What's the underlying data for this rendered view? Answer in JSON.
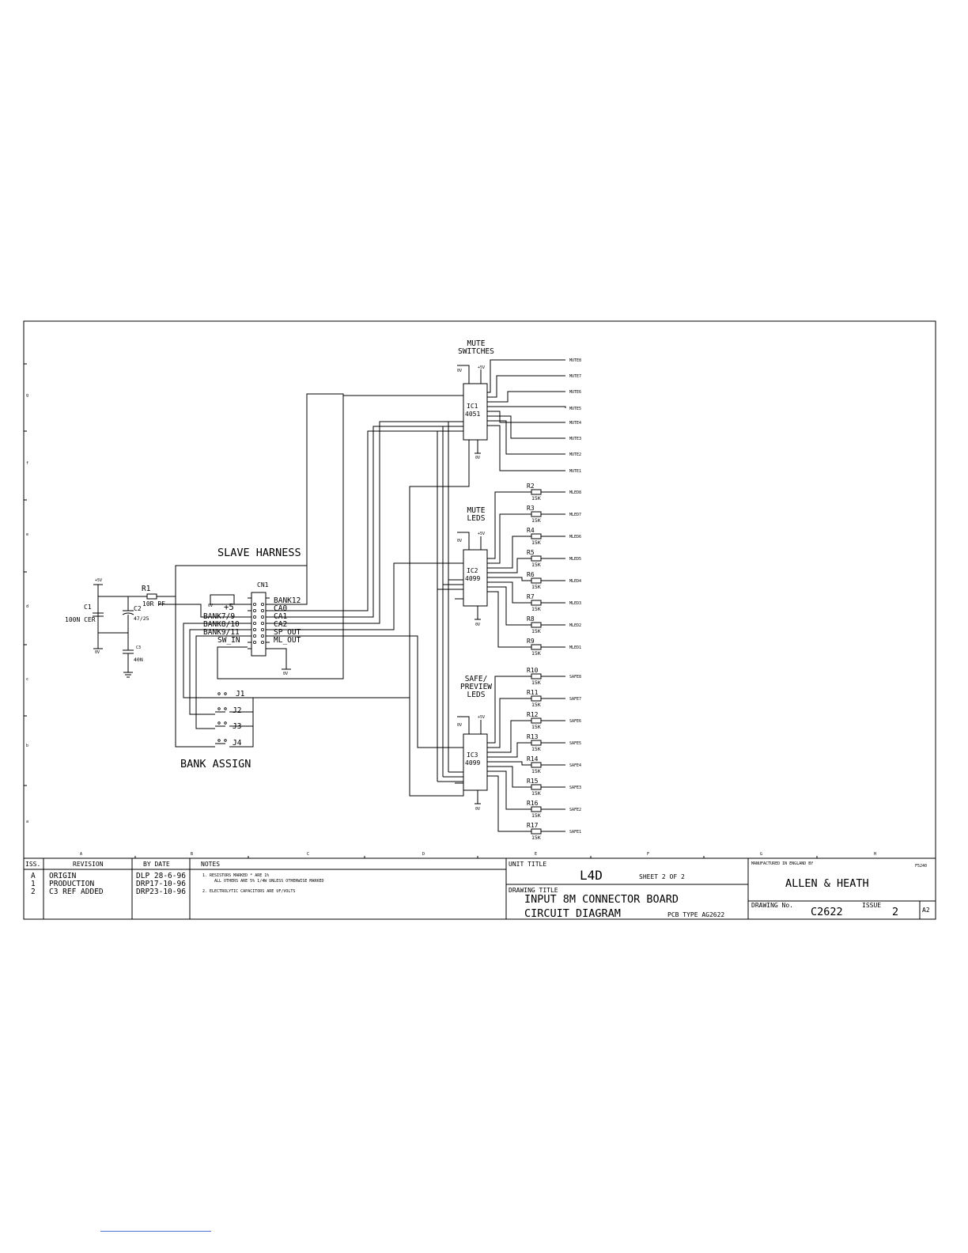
{
  "blocks": {
    "mute_switches": "MUTE\nSWITCHES",
    "mute_leds": "MUTE\nLEDS",
    "safe_leds": "SAFE/\nPREVIEW\nLEDS",
    "slave_harness": "SLAVE HARNESS",
    "bank_assign": "BANK ASSIGN"
  },
  "chips": [
    {
      "ref": "IC1",
      "part": "4051"
    },
    {
      "ref": "IC2",
      "part": "4099"
    },
    {
      "ref": "IC3",
      "part": "4099"
    }
  ],
  "connector": {
    "ref": "CN1",
    "left_signals": [
      "+5",
      "BANK7/9",
      "BANK8/10",
      "BANK9/11",
      "SW_IN"
    ],
    "right_signals": [
      "BANK12",
      "CA0",
      "CA1",
      "CA2",
      "SP_OUT",
      "ML_OUT"
    ],
    "gnd": "0V"
  },
  "power": {
    "c1": "C1",
    "c1_val": "100N CER",
    "c2": "C2",
    "c2_val": "47/25",
    "c3": "C3",
    "c3_val": "40N",
    "r1": "R1",
    "r1_val": "10R PF",
    "supply": "+5V",
    "gnd": "0V"
  },
  "jumpers": [
    "J1",
    "J2",
    "J3",
    "J4"
  ],
  "outputs": {
    "mute": [
      "MUTE8",
      "MUTE7",
      "MUTE6",
      "MUTE5",
      "MUTE4",
      "MUTE3",
      "MUTE2",
      "MUTE1"
    ],
    "mled": [
      "MLED8",
      "MLED7",
      "MLED6",
      "MLED5",
      "MLED4",
      "MLED3",
      "MLED2",
      "MLED1"
    ],
    "safe": [
      "SAFE8",
      "SAFE7",
      "SAFE6",
      "SAFE5",
      "SAFE4",
      "SAFE3",
      "SAFE2",
      "SAFE1"
    ]
  },
  "resistors": {
    "refs": [
      "R2",
      "R3",
      "R4",
      "R5",
      "R6",
      "R7",
      "R8",
      "R9",
      "R10",
      "R11",
      "R12",
      "R13",
      "R14",
      "R15",
      "R16",
      "R17"
    ],
    "value": "15K"
  },
  "grid": {
    "cols": [
      "A",
      "B",
      "C",
      "D",
      "E",
      "F",
      "G",
      "H"
    ],
    "rows": [
      "g",
      "f",
      "e",
      "d",
      "c",
      "b",
      "a"
    ]
  },
  "title_block": {
    "iss_header": "ISS.",
    "revision_header": "REVISION",
    "by_date_header": "BY  DATE",
    "notes_header": "NOTES",
    "revisions": [
      {
        "iss": "A",
        "revision": "ORIGIN",
        "by_date": "DLP 28-6-96"
      },
      {
        "iss": "1",
        "revision": "PRODUCTION",
        "by_date": "DRP17-10-96"
      },
      {
        "iss": "2",
        "revision": "C3 REF ADDED",
        "by_date": "DRP23-10-96"
      }
    ],
    "notes": [
      "1. RESISTORS MARKED * ARE 1%",
      "ALL OTHERS ARE 5% 1/4W UNLESS OTHERWISE MARKED",
      "2. ELECTROLYTIC CAPACITORS ARE UF/VOLTS"
    ],
    "unit_title_label": "UNIT TITLE",
    "unit_title": "L4D",
    "sheet": "SHEET  2 OF 2",
    "drawing_title_label": "DRAWING TITLE",
    "drawing_title_1": "INPUT 8M CONNECTOR BOARD",
    "drawing_title_2": "CIRCUIT DIAGRAM",
    "pcb_type": "PCB TYPE AG2622",
    "manufacturer_note": "MANUFACTURED IN ENGLAND BY",
    "f_code": "F5240",
    "company": "ALLEN & HEATH",
    "drawing_no_label": "DRAWING No.",
    "drawing_no": "C2622",
    "issue_label": "ISSUE",
    "issue": "2",
    "size": "A2"
  }
}
